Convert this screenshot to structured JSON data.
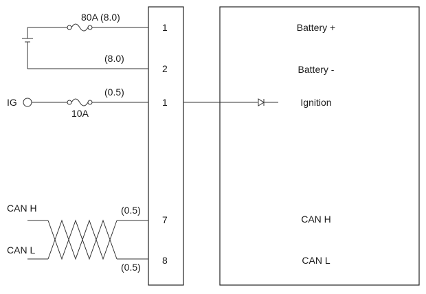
{
  "diagram": {
    "fuse_main_label": "80A (8.0)",
    "gauge_battery_neg": "(8.0)",
    "gauge_ignition": "(0.5)",
    "fuse_ig_label": "10A",
    "ig_label": "IG",
    "can_h_left": "CAN H",
    "can_l_left": "CAN L",
    "gauge_can_h": "(0.5)",
    "gauge_can_l": "(0.5)",
    "connector_pins": [
      "1",
      "2",
      "1",
      "7",
      "8"
    ],
    "module_labels": {
      "battery_pos": "Battery +",
      "battery_neg": "Battery -",
      "ignition": "Ignition",
      "can_h": "CAN H",
      "can_l": "CAN L"
    }
  }
}
